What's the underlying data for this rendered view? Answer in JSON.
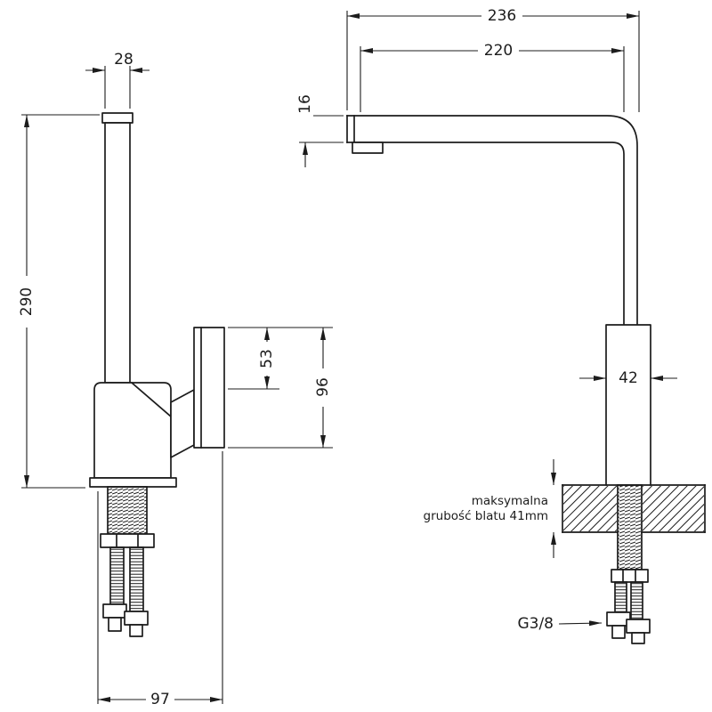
{
  "diagram": {
    "dimensions": {
      "spout_width": "28",
      "total_height": "290",
      "handle_length": "53",
      "body_height": "96",
      "reach_total": "236",
      "reach_inner": "220",
      "spout_thickness": "16",
      "body_width": "42",
      "base_width": "97",
      "thread_size": "G3/8"
    },
    "notes": {
      "countertop_line1": "maksymalna",
      "countertop_line2": "grubość blatu 41mm"
    },
    "colors": {
      "line": "#1c1c1c",
      "background": "#ffffff"
    }
  }
}
